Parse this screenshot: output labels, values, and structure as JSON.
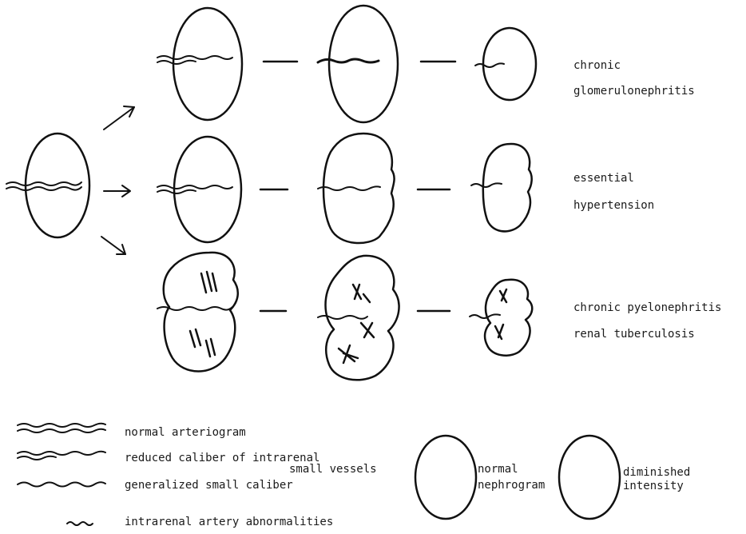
{
  "rows": [
    {
      "id": "glomerulonephritis",
      "label_lines": [
        "chronic",
        "glomerulonephritis"
      ]
    },
    {
      "id": "hypertension",
      "label_lines": [
        "essential",
        "hypertension"
      ]
    },
    {
      "id": "pyelonephritis",
      "label_lines": [
        "chronic pyelonephritis",
        "renal tuberculosis"
      ]
    }
  ],
  "legend": {
    "vessels": [
      {
        "id": "normal",
        "lines": [
          "normal arteriogram"
        ]
      },
      {
        "id": "reduced",
        "lines": [
          "reduced caliber of intrarenal",
          "small vessels"
        ]
      },
      {
        "id": "generalized",
        "lines": [
          "generalized small caliber"
        ]
      },
      {
        "id": "abnormal",
        "lines": [
          "intrarenal artery abnormalities"
        ]
      }
    ],
    "nephrogram": [
      {
        "id": "normal",
        "lines": [
          "normal",
          "nephrogram"
        ]
      },
      {
        "id": "diminished",
        "lines": [
          "diminished",
          "intensity"
        ]
      }
    ]
  }
}
